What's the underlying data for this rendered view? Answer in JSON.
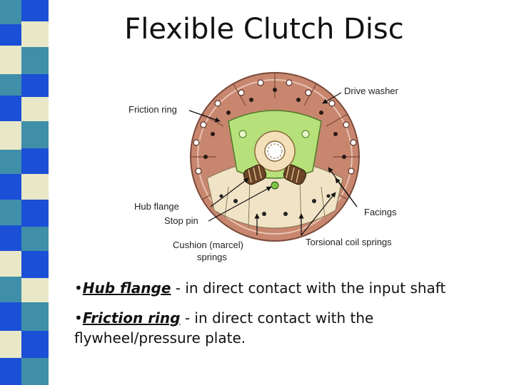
{
  "slide": {
    "title": "Flexible Clutch Disc"
  },
  "diagram": {
    "labels": {
      "friction_ring": "Friction ring",
      "drive_washer": "Drive washer",
      "hub_flange": "Hub flange",
      "stop_pin": "Stop pin",
      "facings": "Facings",
      "cushion_line1": "Cushion (marcel)",
      "cushion_line2": "springs",
      "torsional": "Torsional coil springs"
    }
  },
  "bullets": [
    {
      "term": "Hub flange",
      "text": " - in direct contact with the input shaft"
    },
    {
      "term": "Friction ring",
      "text": " - in direct contact with the",
      "text2": "flywheel/pressure plate."
    }
  ],
  "colors": {
    "stripe_dark": "#1b4fd6",
    "stripe_teal": "#3f8fa8",
    "stripe_light": "#e8e8c8",
    "friction": "#c8866f",
    "hub": "#b5e07a",
    "cushion": "#f1e3c6"
  }
}
